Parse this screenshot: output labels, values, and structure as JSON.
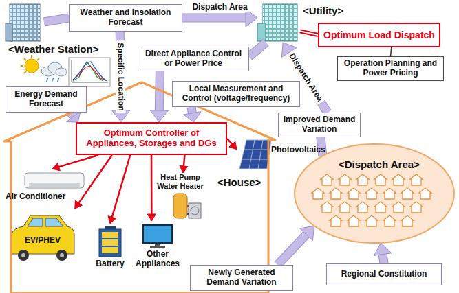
{
  "diagram": {
    "nodes": [
      {
        "text": [
          "<Weather Station>"
        ]
      },
      {
        "text": [
          "Weather and Insolation Forecast"
        ]
      },
      {
        "text": [
          "<Utility>"
        ]
      },
      {
        "text": [
          "Optimum Load Dispatch"
        ]
      },
      {
        "text": [
          "Operation Planning and Power Pricing"
        ]
      },
      {
        "text": [
          "Direct Appliance Control or Power Price"
        ]
      },
      {
        "text": [
          "<House>"
        ]
      },
      {
        "text": [
          "Optimum Controller of Appliances, Storages and DGs"
        ],
        "in": 6
      },
      {
        "text": [
          "Photovoltaics"
        ],
        "in": 6
      },
      {
        "text": [
          "Air Conditioner"
        ],
        "in": 6
      },
      {
        "text": [
          "Heat Pump Water Heater"
        ],
        "in": 6
      },
      {
        "text": [
          "EV/PHEV"
        ],
        "in": 6
      },
      {
        "text": [
          "Battery"
        ],
        "in": 6
      },
      {
        "text": [
          "Other Appliances"
        ],
        "in": 6
      },
      {
        "text": [
          "Energy Demand Forecast"
        ]
      },
      {
        "text": [
          "Local Measurement and Control (voltage/frequency)"
        ]
      },
      {
        "text": [
          "Improved Demand Variation"
        ]
      },
      {
        "text": [
          "<Dispatch Area>"
        ]
      },
      {
        "text": [
          "Newly Generated Demand Variation"
        ]
      },
      {
        "text": [
          "Regional Constitution"
        ]
      }
    ],
    "edges": [
      {
        "from": 0,
        "to": 1,
        "arrow": "none"
      },
      {
        "from": 1,
        "to": 2,
        "label": "Dispatch Area",
        "arrow": "to"
      },
      {
        "from": 1,
        "to": 7,
        "label": "Specific Location",
        "arrow": "to"
      },
      {
        "from": 2,
        "to": 3,
        "arrow": "none"
      },
      {
        "from": 3,
        "to": 4,
        "arrow": "none"
      },
      {
        "from": 2,
        "to": 5,
        "arrow": "none"
      },
      {
        "from": 5,
        "to": 7,
        "arrow": "to"
      },
      {
        "from": 14,
        "to": 7,
        "arrow": "to"
      },
      {
        "from": 15,
        "to": 7,
        "arrow": "to"
      },
      {
        "from": 7,
        "to": 8,
        "arrow": "to"
      },
      {
        "from": 7,
        "to": 9,
        "arrow": "to"
      },
      {
        "from": 7,
        "to": 10,
        "arrow": "to"
      },
      {
        "from": 7,
        "to": 11,
        "arrow": "to"
      },
      {
        "from": 7,
        "to": 12,
        "arrow": "to"
      },
      {
        "from": 7,
        "to": 13,
        "arrow": "to"
      },
      {
        "from": 17,
        "to": 16,
        "arrow": "none"
      },
      {
        "from": 16,
        "to": 2,
        "label": "Dispatch Area",
        "arrow": "to"
      },
      {
        "from": 18,
        "to": 17,
        "arrow": "to"
      },
      {
        "from": 19,
        "to": 17,
        "arrow": "to"
      }
    ]
  }
}
